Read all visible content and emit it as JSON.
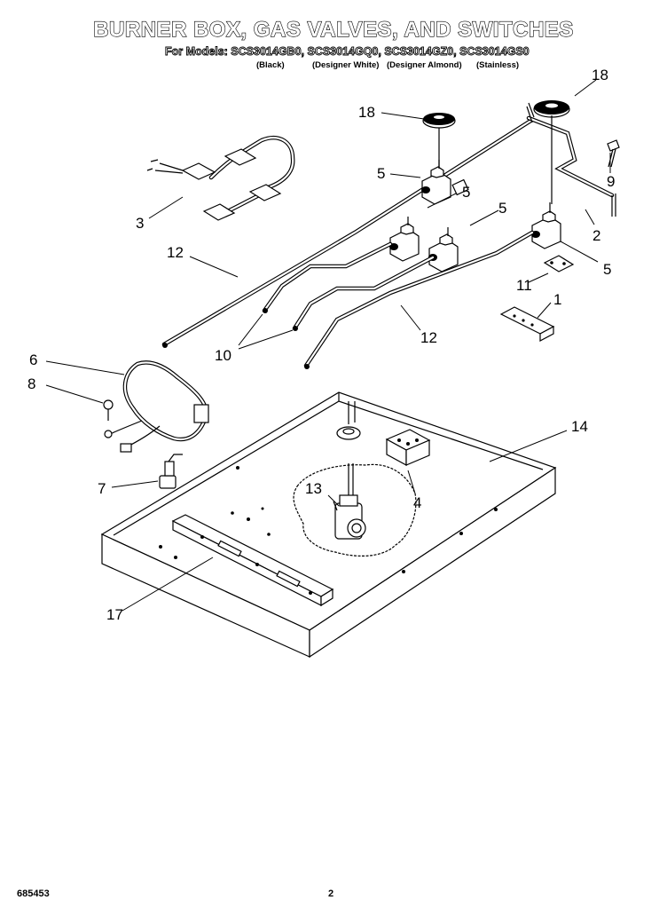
{
  "header": {
    "title": "BURNER BOX, GAS VALVES, AND SWITCHES",
    "models_line": "For Models: SCS3014GB0, SCS3014GQ0, SCS3014GZ0, SCS3014GS0",
    "finishes": [
      "(Black)",
      "(Designer White)",
      "(Designer Almond)",
      "(Stainless)"
    ]
  },
  "callouts": {
    "c1": "1",
    "c2": "2",
    "c3": "3",
    "c4": "4",
    "c5a": "5",
    "c5b": "5",
    "c5c": "5",
    "c5d": "5",
    "c6": "6",
    "c7": "7",
    "c8": "8",
    "c9": "9",
    "c10": "10",
    "c11": "11",
    "c12a": "12",
    "c12b": "12",
    "c13": "13",
    "c14": "14",
    "c17": "17",
    "c18a": "18",
    "c18b": "18"
  },
  "footer": {
    "part_number": "685453",
    "page_number": "2"
  }
}
